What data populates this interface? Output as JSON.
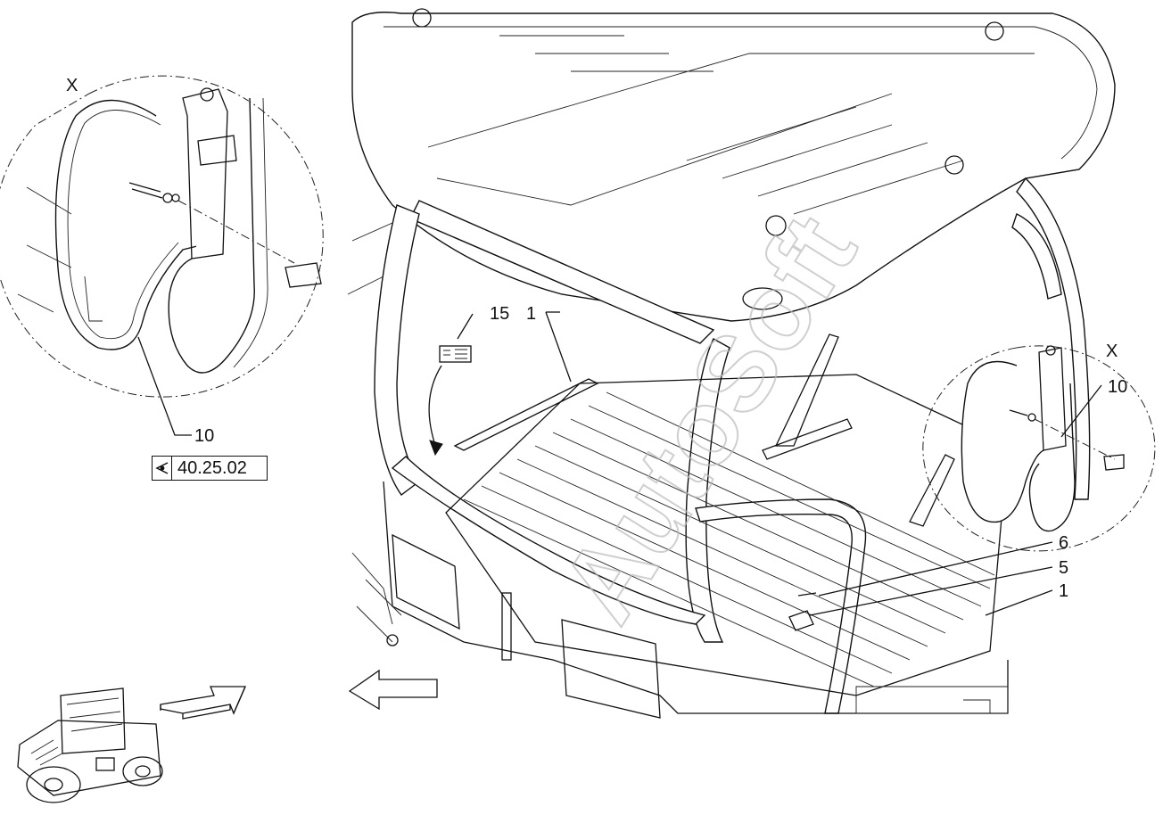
{
  "callouts": {
    "detail_view_left": "X",
    "detail_view_right": "X",
    "part_10_left": "10",
    "part_10_right": "10",
    "part_15": "15",
    "part_1_top": "1",
    "part_6": "6",
    "part_5": "5",
    "part_1_bottom": "1"
  },
  "reference": {
    "code": "40.25.02",
    "icon": "eye-reference-icon"
  },
  "watermark": {
    "text": "AutoSoft"
  },
  "colors": {
    "line": "#111111",
    "background": "#ffffff",
    "watermark": "#bbbbbb"
  }
}
